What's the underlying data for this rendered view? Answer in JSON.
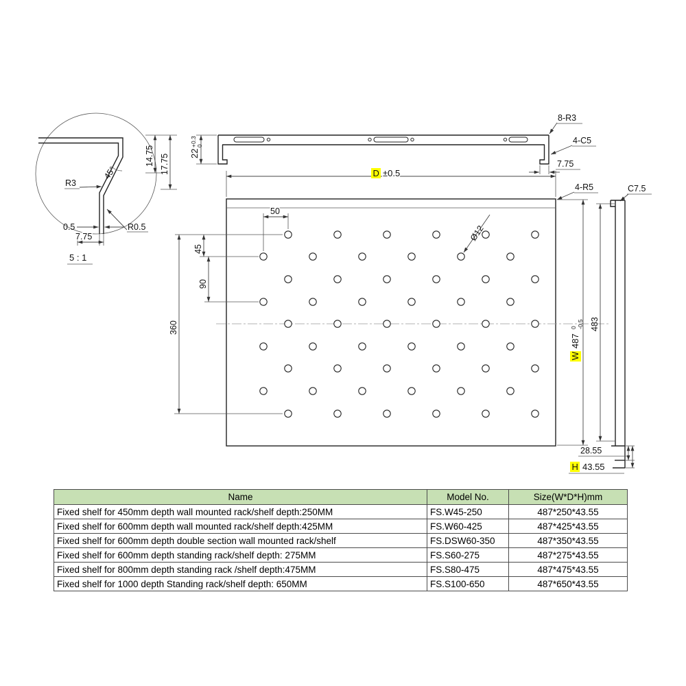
{
  "colors": {
    "highlight": "#ffff00",
    "table_header_bg": "#c7e0b4",
    "line": "#222222"
  },
  "detail_view": {
    "radius_label": "R3",
    "angle_label": "45°",
    "thickness_label": "0.5",
    "flange_width_label": "7.75",
    "tip_radius_label": "R0.5",
    "scale_label": "5 : 1",
    "height_label_1": "14.75",
    "height_label_2": "17.75"
  },
  "front_view": {
    "height_value": "22",
    "height_tol_upper": "+0.3",
    "height_tol_lower": "0",
    "corner_radius_note": "8-R3",
    "chamfer_note": "4-C5",
    "flange_width_label": "7.75"
  },
  "plan_view": {
    "depth_letter": "D",
    "depth_tol": "±0.5",
    "hole_offset_label": "50",
    "row_pitch_label": "45",
    "double_pitch_label": "90",
    "pattern_span_label": "360",
    "hole_diameter_label": "Ø12",
    "width_letter": "W",
    "width_value": "487",
    "width_tol_upper": "0",
    "width_tol_lower": "-0.5",
    "side_span_label": "483",
    "corner_radius_note": "4-R5",
    "chamfer_note": "C7.5",
    "foot_depth_label": "28.55",
    "height_letter": "H",
    "height_value": "43.55"
  },
  "table": {
    "headers": [
      "Name",
      "Model No.",
      "Size(W*D*H)mm"
    ],
    "rows": [
      [
        "Fixed shelf for 450mm depth wall mounted rack/shelf depth:250MM",
        "FS.W45-250",
        "487*250*43.55"
      ],
      [
        "Fixed shelf for 600mm depth wall mounted rack/shelf depth:425MM",
        "FS.W60-425",
        "487*425*43.55"
      ],
      [
        "Fixed shelf for 600mm depth double section wall mounted rack/shelf",
        "FS.DSW60-350",
        "487*350*43.55"
      ],
      [
        "Fixed shelf for 600mm depth standing rack/shelf depth: 275MM",
        "FS.S60-275",
        "487*275*43.55"
      ],
      [
        "Fixed shelf for 800mm depth standing rack /shelf depth:475MM",
        "FS.S80-475",
        "487*475*43.55"
      ],
      [
        "Fixed shelf for 1000 depth Standing rack/shelf depth: 650MM",
        "FS.S100-650",
        "487*650*43.55"
      ]
    ]
  }
}
